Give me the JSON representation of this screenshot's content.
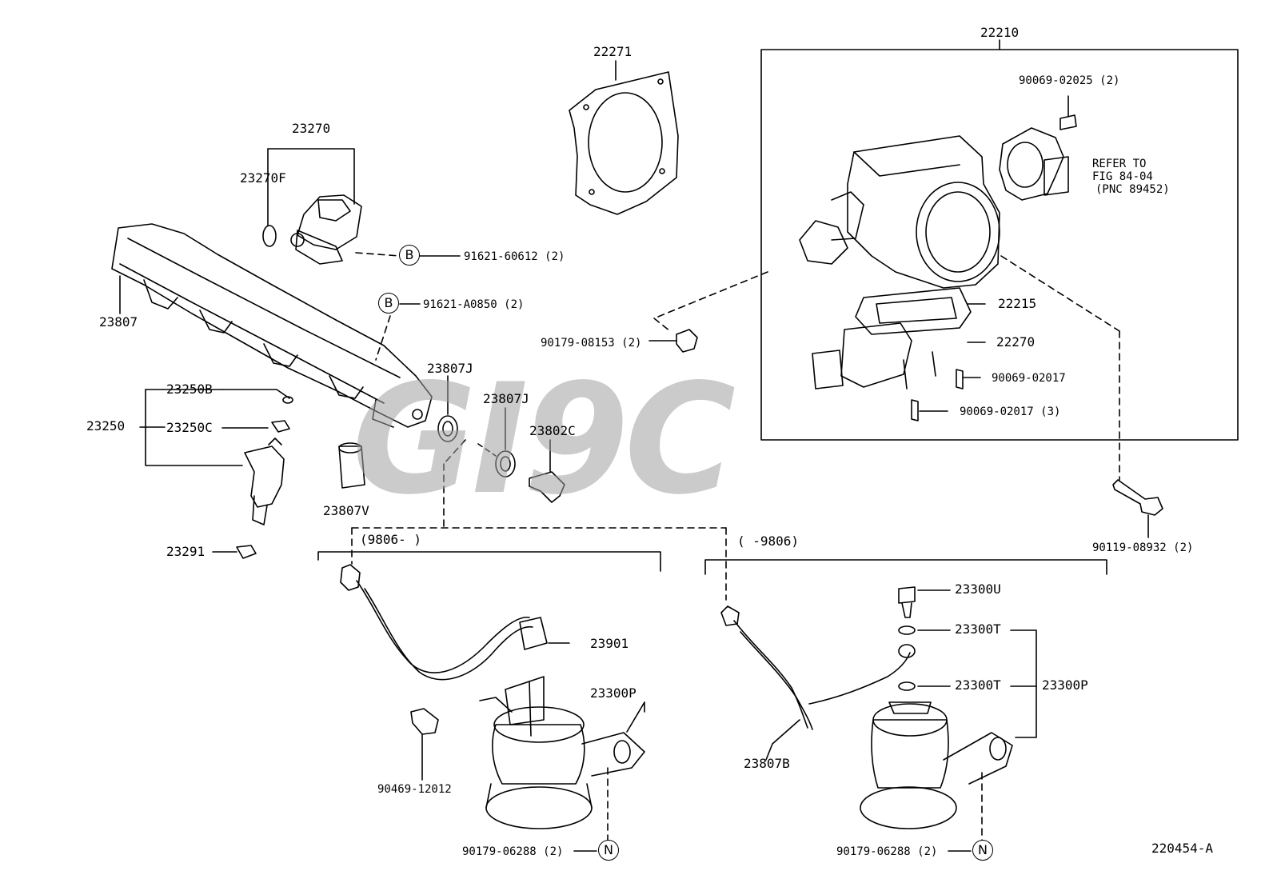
{
  "watermark": "GI9C",
  "diagram_id": "220454-A",
  "callouts": {
    "b": "B",
    "n": "N"
  },
  "parts": {
    "p22271": "22271",
    "p23270": "23270",
    "p23270F": "23270F",
    "p91621_60612": "91621-60612 (2)",
    "p91621_A0850": "91621-A0850 (2)",
    "p23807": "23807",
    "p23250B": "23250B",
    "p23250": "23250",
    "p23250C": "23250C",
    "p23807J_1": "23807J",
    "p23807J_2": "23807J",
    "p23802C": "23802C",
    "p23807V": "23807V",
    "p23291": "23291",
    "p22210": "22210",
    "p90069_02025": "90069-02025 (2)",
    "refer_line1": "REFER TO",
    "refer_line2": "FIG 84-04",
    "refer_line3": "(PNC 89452)",
    "p22215": "22215",
    "p22270": "22270",
    "p90069_02017": "90069-02017",
    "p90069_02017_3": "90069-02017 (3)",
    "p90179_08153": "90179-08153 (2)",
    "p90119_08932": "90119-08932 (2)",
    "range_left": "(9806-        )",
    "range_right": "(      -9806)",
    "p23901": "23901",
    "p23300P_left": "23300P",
    "p90469_12012": "90469-12012",
    "p90179_06288_left": "90179-06288 (2)",
    "p23300U": "23300U",
    "p23300T_1": "23300T",
    "p23300T_2": "23300T",
    "p23300P_right": "23300P",
    "p23807B": "23807B",
    "p90179_06288_right": "90179-06288 (2)"
  }
}
